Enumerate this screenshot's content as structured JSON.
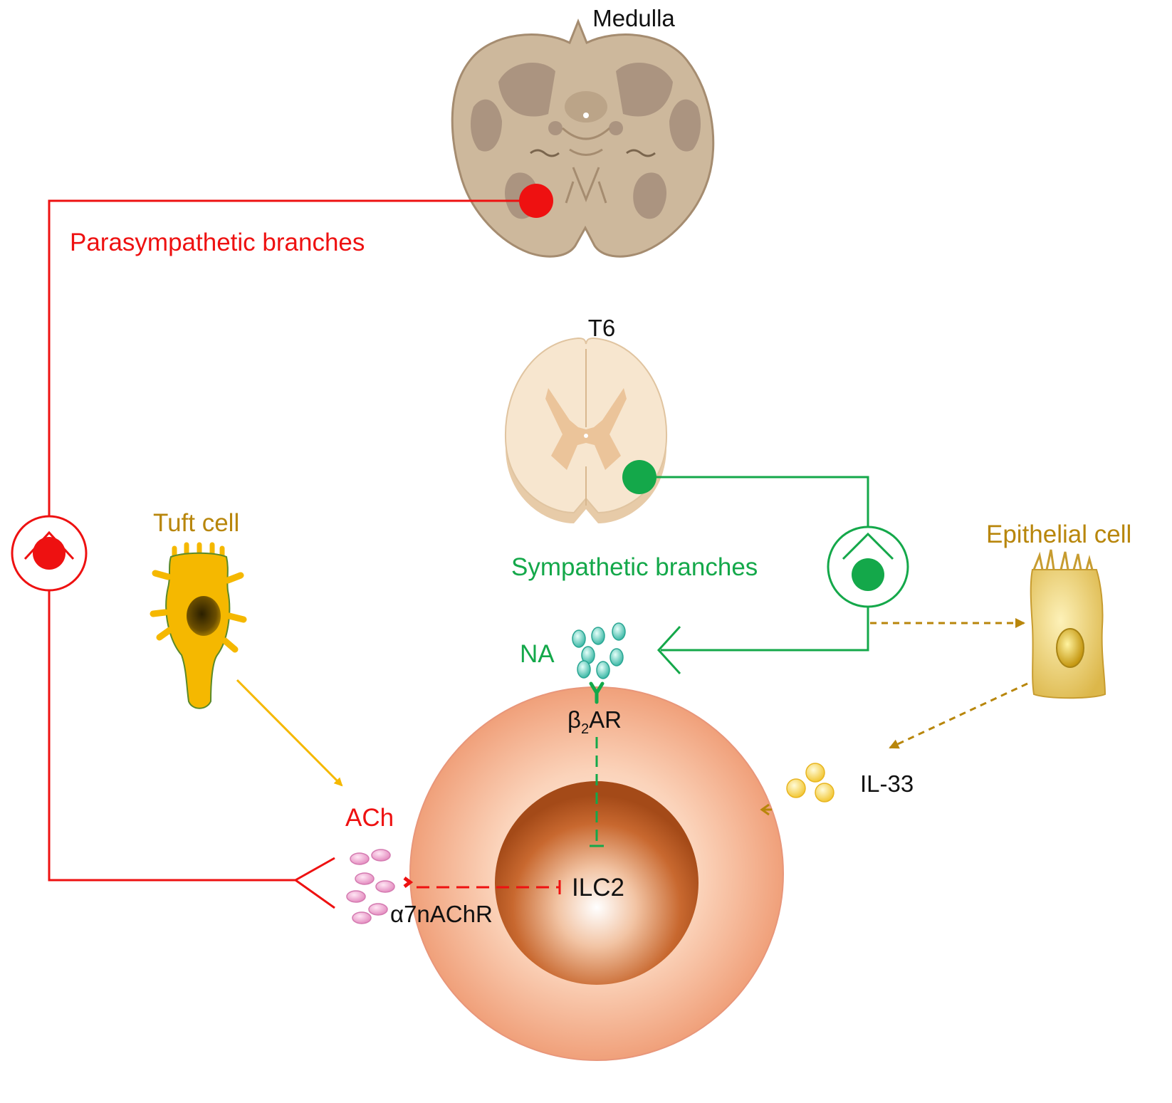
{
  "labels": {
    "medulla": "Medulla",
    "t6": "T6",
    "parasympathetic": "Parasympathetic branches",
    "sympathetic": "Sympathetic branches",
    "tuft_cell": "Tuft cell",
    "epithelial_cell": "Epithelial cell",
    "na": "NA",
    "b2ar_beta": "β",
    "b2ar_sub": "2",
    "b2ar_rest": "AR",
    "il33": "IL-33",
    "ach": "ACh",
    "a7nachr": "α7nAChR",
    "ilc2": "ILC2"
  },
  "colors": {
    "parasympathetic": "#ee1111",
    "sympathetic": "#14a84a",
    "epithelial": "#b8860b",
    "tuft": "#f5b800",
    "ilc2_outer": "#f6b894",
    "ilc2_nucleus": "#b8501e"
  }
}
